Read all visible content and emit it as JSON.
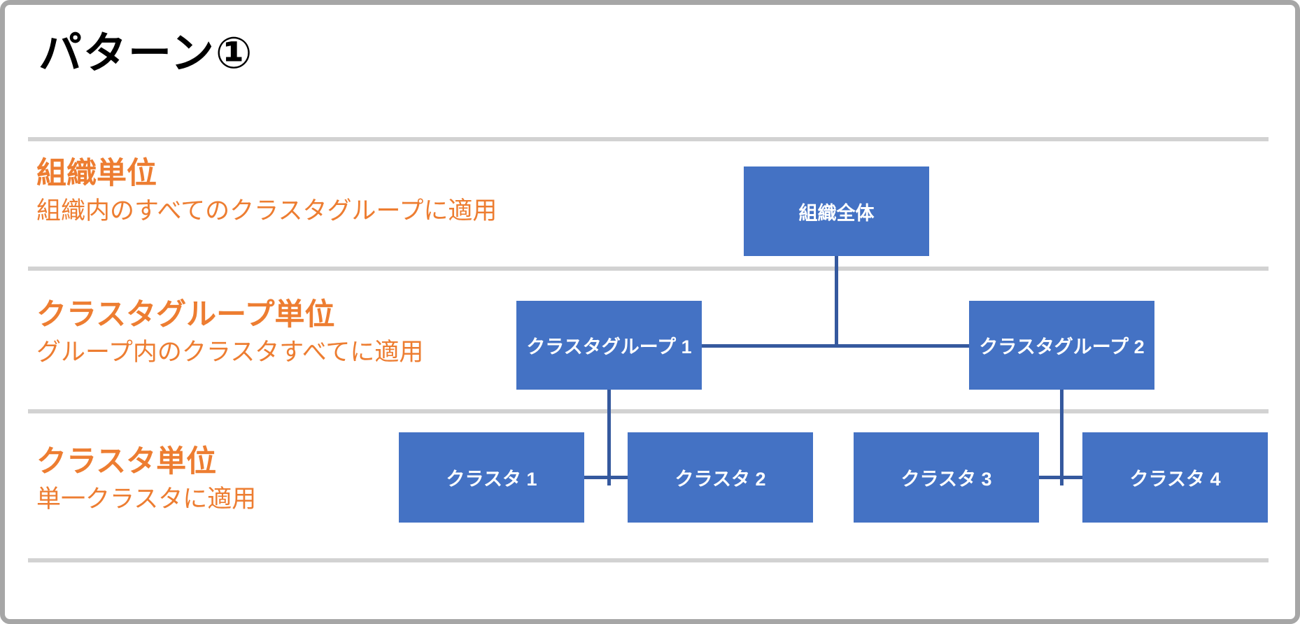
{
  "title": "パターン①",
  "colors": {
    "accent_orange": "#ED7D31",
    "box_blue": "#4472C4",
    "connector_blue": "#35599E",
    "divider_gray": "#D2D2D2",
    "border_gray": "#A6A6A6"
  },
  "rows": [
    {
      "heading": "組織単位",
      "description": "組織内のすべてのクラスタグループに適用"
    },
    {
      "heading": "クラスタグループ単位",
      "description": "グループ内のクラスタすべてに適用"
    },
    {
      "heading": "クラスタ単位",
      "description": "単一クラスタに適用"
    }
  ],
  "diagram": {
    "organization_node": "組織全体",
    "cluster_group_nodes": [
      "クラスタグループ 1",
      "クラスタグループ 2"
    ],
    "cluster_nodes": [
      "クラスタ 1",
      "クラスタ 2",
      "クラスタ 3",
      "クラスタ 4"
    ]
  }
}
